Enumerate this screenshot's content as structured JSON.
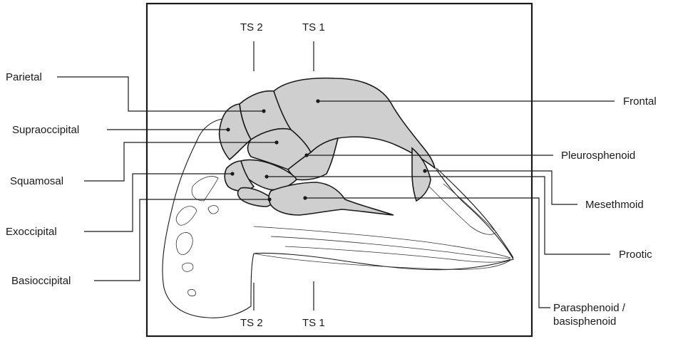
{
  "labels": {
    "ts2_top": "TS 2",
    "ts1_top": "TS 1",
    "ts2_bottom": "TS 2",
    "ts1_bottom": "TS 1",
    "parietal": "Parietal",
    "supraoccipital": "Supraoccipital",
    "squamosal": "Squamosal",
    "exoccipital": "Exoccipital",
    "basioccipital": "Basioccipital",
    "frontal": "Frontal",
    "pleurosphenoid": "Pleurosphenoid",
    "mesethmoid": "Mesethmoid",
    "prootic": "Prootic",
    "parasphenoid_line1": "Parasphenoid /",
    "parasphenoid_line2": "basisphenoid"
  },
  "colors": {
    "bone_fill": "#cfcfcf",
    "ink": "#1a1a1a"
  }
}
